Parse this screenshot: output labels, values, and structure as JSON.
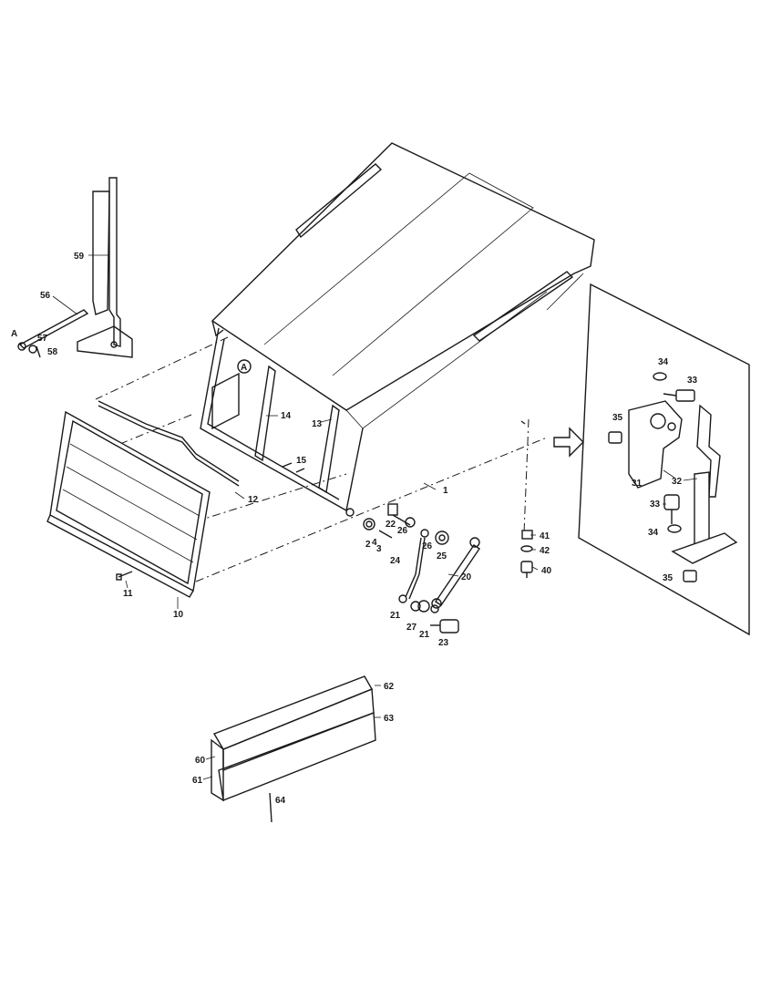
{
  "diagram": {
    "callouts": {
      "c1": "1",
      "c2": "2",
      "c3": "3",
      "c4": "4",
      "c10": "10",
      "c11": "11",
      "c12": "12",
      "c13": "13",
      "c14": "14",
      "c15": "15",
      "c20": "20",
      "c21a": "21",
      "c21b": "21",
      "c22": "22",
      "c23": "23",
      "c24": "24",
      "c25": "25",
      "c26a": "26",
      "c26b": "26",
      "c27": "27",
      "c31": "31",
      "c32": "32",
      "c33a": "33",
      "c33b": "33",
      "c34a": "34",
      "c34b": "34",
      "c35a": "35",
      "c35b": "35",
      "c40": "40",
      "c41": "41",
      "c42": "42",
      "c56": "56",
      "c57": "57",
      "c58": "58",
      "c59": "59",
      "c60": "60",
      "c61": "61",
      "c62": "62",
      "c63": "63",
      "c64": "64",
      "refA1": "A",
      "refA2": "A"
    }
  }
}
